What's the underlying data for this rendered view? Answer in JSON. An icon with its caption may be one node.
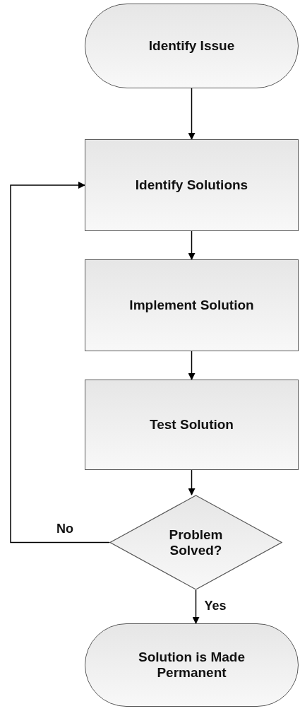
{
  "diagram": {
    "nodes": [
      {
        "text": [
          "Identify Issue"
        ]
      },
      {
        "text": [
          "Identify Solutions"
        ]
      },
      {
        "text": [
          "Implement Solution"
        ]
      },
      {
        "text": [
          "Test Solution"
        ]
      },
      {
        "text": [
          "Problem Solved?"
        ]
      },
      {
        "text": [
          "Solution is Made Permanent"
        ]
      }
    ],
    "edges": [
      {
        "from": 0,
        "to": 1,
        "arrow": "to"
      },
      {
        "from": 1,
        "to": 2,
        "arrow": "to"
      },
      {
        "from": 2,
        "to": 3,
        "arrow": "to"
      },
      {
        "from": 3,
        "to": 4,
        "arrow": "to"
      },
      {
        "from": 4,
        "to": 5,
        "arrow": "to",
        "label": "Yes"
      },
      {
        "from": 4,
        "to": 1,
        "arrow": "to",
        "label": "No"
      }
    ]
  }
}
